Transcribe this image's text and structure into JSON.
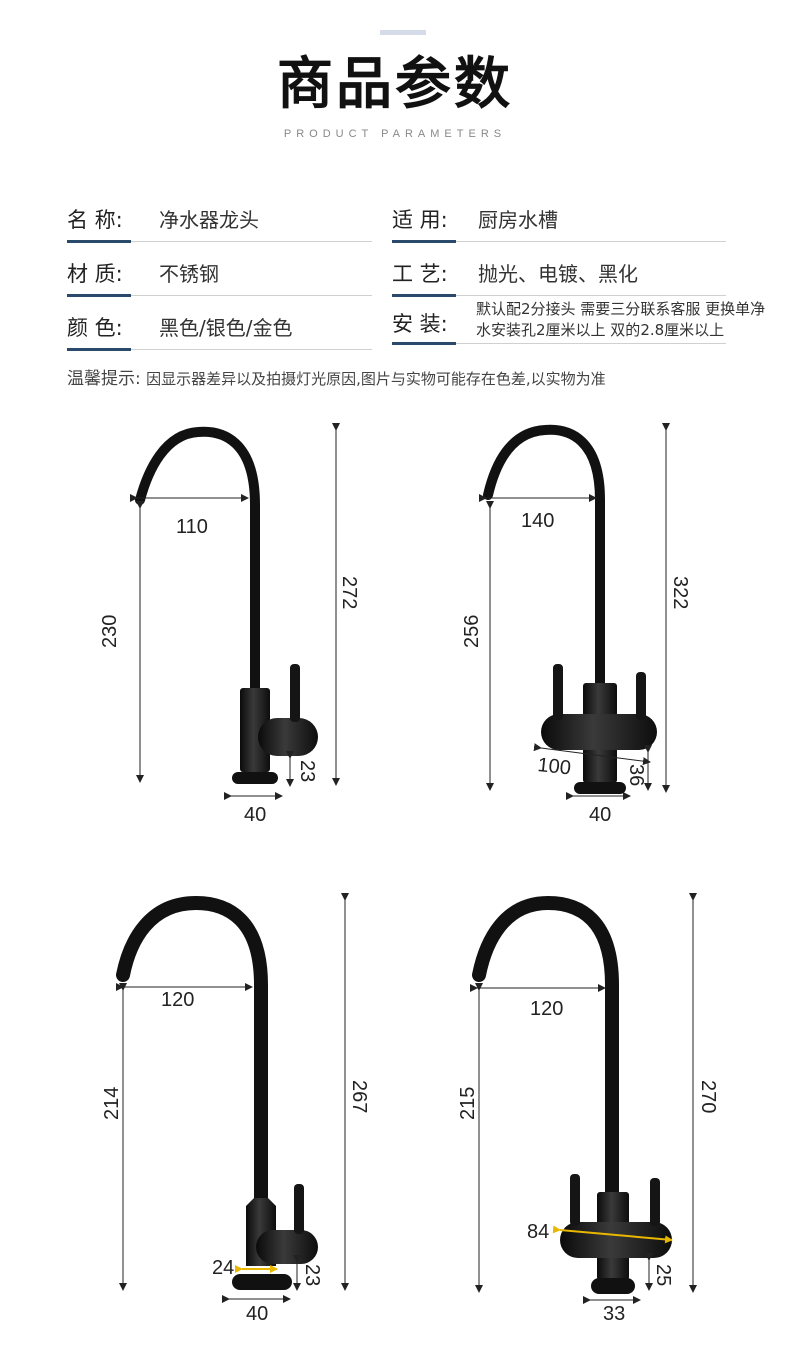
{
  "header": {
    "title": "商品参数",
    "subtitle": "PRODUCT PARAMETERS"
  },
  "params": [
    {
      "label": "名 称:",
      "value": "净水器龙头"
    },
    {
      "label": "适 用:",
      "value": "厨房水槽"
    },
    {
      "label": "材 质:",
      "value": "不锈钢"
    },
    {
      "label": "工 艺:",
      "value": "抛光、电镀、黑化"
    },
    {
      "label": "颜 色:",
      "value": "黑色/银色/金色"
    },
    {
      "label": "安 装:",
      "value": "默认配2分接头 需要三分联系客服 更换单净水安装孔2厘米以上 双的2.8厘米以上"
    }
  ],
  "tip": {
    "label": "温馨提示:",
    "text": "因显示器差异以及拍摄灯光原因,图片与实物可能存在色差,以实物为准"
  },
  "diagrams": [
    {
      "reach": "110",
      "spout_height": "230",
      "total_height": "272",
      "base_height": "23",
      "base_width": "40"
    },
    {
      "reach": "140",
      "spout_height": "256",
      "total_height": "322",
      "body_width": "100",
      "base_height": "36",
      "base_width": "40"
    },
    {
      "reach": "120",
      "spout_height": "214",
      "total_height": "267",
      "body_width": "24",
      "base_height": "23",
      "base_width": "40"
    },
    {
      "reach": "120",
      "spout_height": "215",
      "total_height": "270",
      "body_width": "84",
      "base_height": "25",
      "base_width": "33"
    }
  ]
}
